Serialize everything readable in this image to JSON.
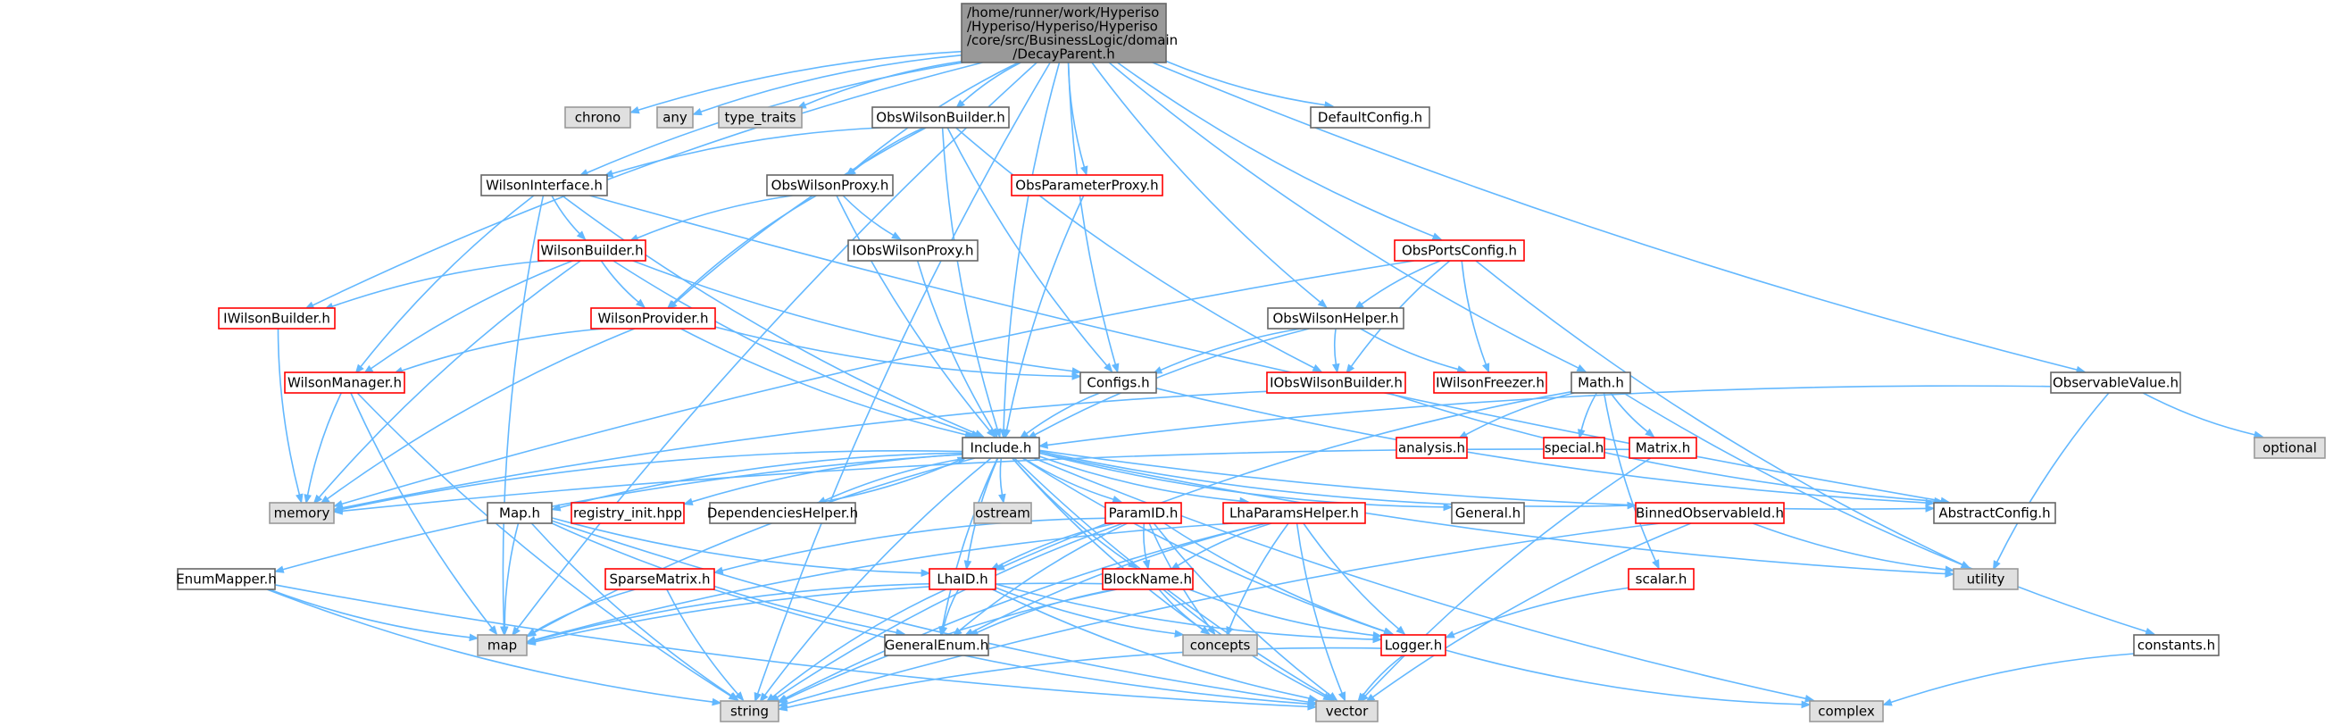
{
  "colors": {
    "edge": "#63b8ff",
    "root_fill": "#999999",
    "node_border_normal": "#666666",
    "node_border_truncated": "#ff0000",
    "external_fill": "#e0e0e0",
    "external_border": "#999999"
  },
  "root": {
    "lines": [
      "/home/runner/work/Hyperiso",
      "/Hyperiso/Hyperiso/Hyperiso",
      "/core/src/BusinessLogic/domain",
      "/DecayParent.h"
    ]
  },
  "nodes": [
    {
      "id": "chrono",
      "label": "chrono",
      "kind": "external"
    },
    {
      "id": "any",
      "label": "any",
      "kind": "external"
    },
    {
      "id": "type_traits",
      "label": "type_traits",
      "kind": "external"
    },
    {
      "id": "ObsWilsonBuilder",
      "label": "ObsWilsonBuilder.h",
      "kind": "normal"
    },
    {
      "id": "DefaultConfig",
      "label": "DefaultConfig.h",
      "kind": "normal"
    },
    {
      "id": "WilsonInterface",
      "label": "WilsonInterface.h",
      "kind": "normal"
    },
    {
      "id": "ObsWilsonProxy",
      "label": "ObsWilsonProxy.h",
      "kind": "normal"
    },
    {
      "id": "ObsParameterProxy",
      "label": "ObsParameterProxy.h",
      "kind": "truncated"
    },
    {
      "id": "WilsonBuilder",
      "label": "WilsonBuilder.h",
      "kind": "truncated"
    },
    {
      "id": "IObsWilsonProxy",
      "label": "IObsWilsonProxy.h",
      "kind": "normal"
    },
    {
      "id": "ObsPortsConfig",
      "label": "ObsPortsConfig.h",
      "kind": "truncated"
    },
    {
      "id": "IWilsonBuilder",
      "label": "IWilsonBuilder.h",
      "kind": "truncated"
    },
    {
      "id": "WilsonProvider",
      "label": "WilsonProvider.h",
      "kind": "truncated"
    },
    {
      "id": "ObsWilsonHelper",
      "label": "ObsWilsonHelper.h",
      "kind": "normal"
    },
    {
      "id": "WilsonManager",
      "label": "WilsonManager.h",
      "kind": "truncated"
    },
    {
      "id": "Configs",
      "label": "Configs.h",
      "kind": "normal"
    },
    {
      "id": "IObsWilsonBuilder",
      "label": "IObsWilsonBuilder.h",
      "kind": "truncated"
    },
    {
      "id": "IWilsonFreezer",
      "label": "IWilsonFreezer.h",
      "kind": "truncated"
    },
    {
      "id": "Math",
      "label": "Math.h",
      "kind": "normal"
    },
    {
      "id": "ObservableValue",
      "label": "ObservableValue.h",
      "kind": "normal"
    },
    {
      "id": "Include",
      "label": "Include.h",
      "kind": "normal"
    },
    {
      "id": "analysis",
      "label": "analysis.h",
      "kind": "truncated"
    },
    {
      "id": "special",
      "label": "special.h",
      "kind": "truncated"
    },
    {
      "id": "Matrix",
      "label": "Matrix.h",
      "kind": "truncated"
    },
    {
      "id": "optional",
      "label": "optional",
      "kind": "external"
    },
    {
      "id": "memory",
      "label": "memory",
      "kind": "external"
    },
    {
      "id": "registry_init",
      "label": "registry_init.hpp",
      "kind": "truncated"
    },
    {
      "id": "DependenciesHelper",
      "label": "DependenciesHelper.h",
      "kind": "normal"
    },
    {
      "id": "ostream",
      "label": "ostream",
      "kind": "external"
    },
    {
      "id": "ParamID",
      "label": "ParamID.h",
      "kind": "truncated"
    },
    {
      "id": "LhaParamsHelper",
      "label": "LhaParamsHelper.h",
      "kind": "truncated"
    },
    {
      "id": "General",
      "label": "General.h",
      "kind": "normal"
    },
    {
      "id": "BinnedObservableId",
      "label": "BinnedObservableId.h",
      "kind": "truncated"
    },
    {
      "id": "AbstractConfig",
      "label": "AbstractConfig.h",
      "kind": "normal"
    },
    {
      "id": "MapH",
      "label": "Map.h",
      "kind": "normal"
    },
    {
      "id": "EnumMapper",
      "label": "EnumMapper.h",
      "kind": "normal"
    },
    {
      "id": "SparseMatrix",
      "label": "SparseMatrix.h",
      "kind": "truncated"
    },
    {
      "id": "LhaID",
      "label": "LhaID.h",
      "kind": "truncated"
    },
    {
      "id": "BlockName",
      "label": "BlockName.h",
      "kind": "truncated"
    },
    {
      "id": "scalar",
      "label": "scalar.h",
      "kind": "truncated"
    },
    {
      "id": "utility",
      "label": "utility",
      "kind": "external"
    },
    {
      "id": "map",
      "label": "map",
      "kind": "external"
    },
    {
      "id": "GeneralEnum",
      "label": "GeneralEnum.h",
      "kind": "normal"
    },
    {
      "id": "concepts",
      "label": "concepts",
      "kind": "external"
    },
    {
      "id": "Logger",
      "label": "Logger.h",
      "kind": "truncated"
    },
    {
      "id": "constants",
      "label": "constants.h",
      "kind": "normal"
    },
    {
      "id": "string",
      "label": "string",
      "kind": "external"
    },
    {
      "id": "vector",
      "label": "vector",
      "kind": "external"
    },
    {
      "id": "complex",
      "label": "complex",
      "kind": "external"
    }
  ],
  "edges": [
    [
      "root",
      "string"
    ],
    [
      "root",
      "map"
    ],
    [
      "root",
      "chrono"
    ],
    [
      "root",
      "any"
    ],
    [
      "root",
      "type_traits"
    ],
    [
      "root",
      "ObsWilsonBuilder"
    ],
    [
      "root",
      "DefaultConfig"
    ],
    [
      "root",
      "WilsonInterface"
    ],
    [
      "root",
      "ObsWilsonProxy"
    ],
    [
      "root",
      "ObsParameterProxy"
    ],
    [
      "root",
      "Include"
    ],
    [
      "root",
      "Configs"
    ],
    [
      "root",
      "ObsWilsonHelper"
    ],
    [
      "root",
      "ObsPortsConfig"
    ],
    [
      "root",
      "Math"
    ],
    [
      "root",
      "ObservableValue"
    ],
    [
      "root",
      "IWilsonBuilder"
    ],
    [
      "ObsWilsonBuilder",
      "WilsonInterface"
    ],
    [
      "ObsWilsonBuilder",
      "ObsWilsonProxy"
    ],
    [
      "ObsWilsonBuilder",
      "Include"
    ],
    [
      "ObsWilsonBuilder",
      "WilsonProvider"
    ],
    [
      "ObsWilsonBuilder",
      "Configs"
    ],
    [
      "ObsWilsonBuilder",
      "IObsWilsonBuilder"
    ],
    [
      "WilsonInterface",
      "WilsonBuilder"
    ],
    [
      "WilsonInterface",
      "WilsonManager"
    ],
    [
      "WilsonInterface",
      "Include"
    ],
    [
      "WilsonInterface",
      "map"
    ],
    [
      "WilsonInterface",
      "AbstractConfig"
    ],
    [
      "ObsWilsonProxy",
      "WilsonBuilder"
    ],
    [
      "ObsWilsonProxy",
      "IObsWilsonProxy"
    ],
    [
      "ObsWilsonProxy",
      "WilsonProvider"
    ],
    [
      "ObsWilsonProxy",
      "Include"
    ],
    [
      "ObsParameterProxy",
      "Include"
    ],
    [
      "WilsonBuilder",
      "IWilsonBuilder"
    ],
    [
      "WilsonBuilder",
      "WilsonProvider"
    ],
    [
      "WilsonBuilder",
      "WilsonManager"
    ],
    [
      "WilsonBuilder",
      "Include"
    ],
    [
      "WilsonBuilder",
      "Configs"
    ],
    [
      "WilsonBuilder",
      "memory"
    ],
    [
      "IObsWilsonProxy",
      "Include"
    ],
    [
      "ObsPortsConfig",
      "ObsWilsonHelper"
    ],
    [
      "ObsPortsConfig",
      "IObsWilsonBuilder"
    ],
    [
      "ObsPortsConfig",
      "IWilsonFreezer"
    ],
    [
      "ObsPortsConfig",
      "memory"
    ],
    [
      "ObsPortsConfig",
      "utility"
    ],
    [
      "IWilsonBuilder",
      "memory"
    ],
    [
      "WilsonProvider",
      "WilsonManager"
    ],
    [
      "WilsonProvider",
      "Configs"
    ],
    [
      "WilsonProvider",
      "Include"
    ],
    [
      "WilsonProvider",
      "memory"
    ],
    [
      "ObsWilsonHelper",
      "Configs"
    ],
    [
      "ObsWilsonHelper",
      "IObsWilsonBuilder"
    ],
    [
      "ObsWilsonHelper",
      "IWilsonFreezer"
    ],
    [
      "ObsWilsonHelper",
      "Include"
    ],
    [
      "WilsonManager",
      "memory"
    ],
    [
      "WilsonManager",
      "map"
    ],
    [
      "WilsonManager",
      "string"
    ],
    [
      "Configs",
      "Include"
    ],
    [
      "Configs",
      "AbstractConfig"
    ],
    [
      "IObsWilsonBuilder",
      "memory"
    ],
    [
      "IObsWilsonBuilder",
      "AbstractConfig"
    ],
    [
      "Math",
      "analysis"
    ],
    [
      "Math",
      "special"
    ],
    [
      "Math",
      "Matrix"
    ],
    [
      "Math",
      "scalar"
    ],
    [
      "Math",
      "constants"
    ],
    [
      "Math",
      "LhaID"
    ],
    [
      "ObservableValue",
      "Include"
    ],
    [
      "ObservableValue",
      "optional"
    ],
    [
      "ObservableValue",
      "utility"
    ],
    [
      "Include",
      "memory"
    ],
    [
      "Include",
      "registry_init"
    ],
    [
      "Include",
      "DependenciesHelper"
    ],
    [
      "Include",
      "ostream"
    ],
    [
      "Include",
      "ParamID"
    ],
    [
      "Include",
      "LhaParamsHelper"
    ],
    [
      "Include",
      "General"
    ],
    [
      "Include",
      "BinnedObservableId"
    ],
    [
      "Include",
      "AbstractConfig"
    ],
    [
      "Include",
      "MapH"
    ],
    [
      "Include",
      "EnumMapper"
    ],
    [
      "Include",
      "LhaID"
    ],
    [
      "Include",
      "BlockName"
    ],
    [
      "Include",
      "Logger"
    ],
    [
      "Include",
      "GeneralEnum"
    ],
    [
      "Include",
      "map"
    ],
    [
      "Include",
      "string"
    ],
    [
      "Include",
      "vector"
    ],
    [
      "Include",
      "complex"
    ],
    [
      "Include",
      "concepts"
    ],
    [
      "Include",
      "utility"
    ],
    [
      "DependenciesHelper",
      "Include"
    ],
    [
      "Matrix",
      "memory"
    ],
    [
      "Matrix",
      "vector"
    ],
    [
      "ParamID",
      "LhaID"
    ],
    [
      "ParamID",
      "BlockName"
    ],
    [
      "ParamID",
      "concepts"
    ],
    [
      "ParamID",
      "Logger"
    ],
    [
      "ParamID",
      "GeneralEnum"
    ],
    [
      "ParamID",
      "vector"
    ],
    [
      "ParamID",
      "string"
    ],
    [
      "ParamID",
      "SparseMatrix"
    ],
    [
      "LhaParamsHelper",
      "BlockName"
    ],
    [
      "LhaParamsHelper",
      "Logger"
    ],
    [
      "LhaParamsHelper",
      "concepts"
    ],
    [
      "LhaParamsHelper",
      "vector"
    ],
    [
      "LhaParamsHelper",
      "map"
    ],
    [
      "LhaParamsHelper",
      "string"
    ],
    [
      "LhaParamsHelper",
      "GeneralEnum"
    ],
    [
      "BinnedObservableId",
      "utility"
    ],
    [
      "BinnedObservableId",
      "vector"
    ],
    [
      "BinnedObservableId",
      "string"
    ],
    [
      "MapH",
      "map"
    ],
    [
      "MapH",
      "LhaID"
    ],
    [
      "MapH",
      "vector"
    ],
    [
      "MapH",
      "GeneralEnum"
    ],
    [
      "MapH",
      "string"
    ],
    [
      "EnumMapper",
      "map"
    ],
    [
      "EnumMapper",
      "string"
    ],
    [
      "EnumMapper",
      "vector"
    ],
    [
      "SparseMatrix",
      "map"
    ],
    [
      "SparseMatrix",
      "vector"
    ],
    [
      "SparseMatrix",
      "string"
    ],
    [
      "LhaID",
      "GeneralEnum"
    ],
    [
      "LhaID",
      "map"
    ],
    [
      "LhaID",
      "concepts"
    ],
    [
      "LhaID",
      "Logger"
    ],
    [
      "LhaID",
      "string"
    ],
    [
      "LhaID",
      "vector"
    ],
    [
      "BlockName",
      "GeneralEnum"
    ],
    [
      "BlockName",
      "concepts"
    ],
    [
      "BlockName",
      "Logger"
    ],
    [
      "BlockName",
      "map"
    ],
    [
      "BlockName",
      "string"
    ],
    [
      "BlockName",
      "vector"
    ],
    [
      "scalar",
      "Logger"
    ],
    [
      "Logger",
      "string"
    ],
    [
      "Logger",
      "vector"
    ],
    [
      "Logger",
      "complex"
    ],
    [
      "constants",
      "complex"
    ]
  ]
}
